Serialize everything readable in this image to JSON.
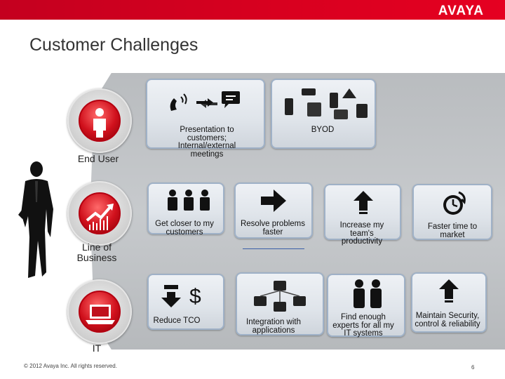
{
  "header": {
    "logo": "AVAYA"
  },
  "title": "Customer Challenges",
  "segments": {
    "end_user": "End User",
    "line_of_business": "Line of\nBusiness",
    "it": "IT"
  },
  "cards": {
    "presentation": "Presentation to customers; Internal/external meetings",
    "byod": "BYOD",
    "get_closer": "Get closer to my customers",
    "resolve": "Resolve problems faster",
    "increase": "Increase my team's productivity",
    "faster_time": "Faster time to market",
    "reduce_tco": "Reduce TCO",
    "integration": "Integration with applications",
    "find_experts": "Find enough experts for all my IT systems",
    "maintain": "Maintain Security, control & reliability"
  },
  "footer": {
    "copyright": "© 2012 Avaya Inc. All rights reserved.",
    "page": "6"
  },
  "colors": {
    "brand_red": "#d8001f",
    "card_border": "#9fb1c7",
    "panel_gray": "#c3c6c9"
  }
}
